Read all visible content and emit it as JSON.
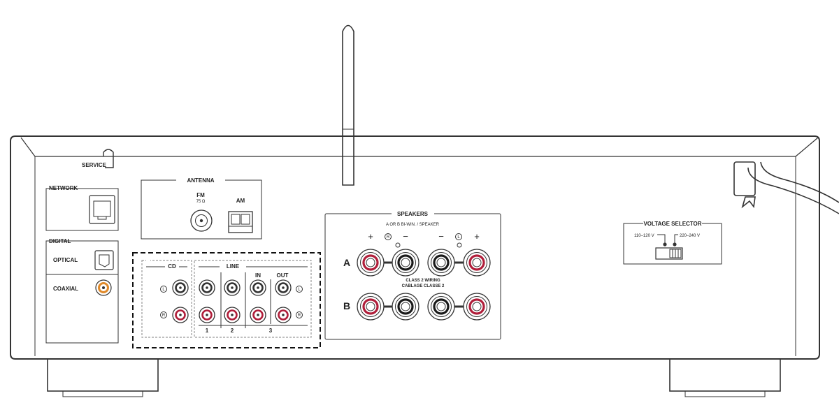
{
  "labels": {
    "service": "SERVICE",
    "network": "NETWORK",
    "digital": "DIGITAL",
    "optical": "OPTICAL",
    "coaxial": "COAXIAL",
    "antenna": "ANTENNA",
    "fm": "FM",
    "fm_ohm": "75 Ω",
    "am": "AM",
    "cd": "CD",
    "line": "LINE",
    "in": "IN",
    "out": "OUT",
    "line_num_1": "1",
    "line_num_2": "2",
    "line_num_3": "3",
    "channel_l": "L",
    "channel_r": "R",
    "speakers": "SPEAKERS",
    "speakers_sub": "A OR B BI-WIN. / SPEAKER",
    "plus": "+",
    "minus": "−",
    "row_a": "A",
    "row_b": "B",
    "class2_line1": "CLASS 2 WIRING",
    "class2_line2": "CABLAGE CLASSE 2",
    "voltage_selector": "VOLTAGE SELECTOR",
    "v110": "110–120 V",
    "v220": "220–240 V"
  },
  "colors": {
    "outline": "#333333",
    "terminal_red": "#b01e3a",
    "terminal_black": "#1a1a1a",
    "dashed_box": "#111111"
  }
}
